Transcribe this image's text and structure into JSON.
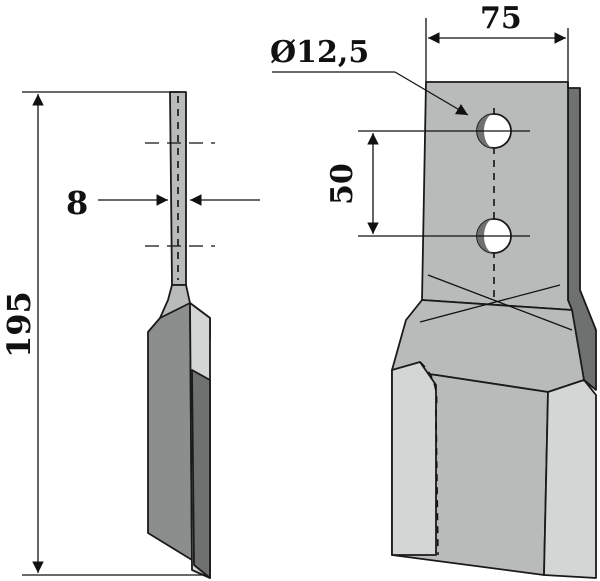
{
  "colors": {
    "blade_light": "#d4d6d6",
    "blade_mid": "#b9bbbb",
    "blade_dark": "#8c8e8e",
    "blade_darkest": "#6f7171",
    "ink": "#111111",
    "background": "#ffffff"
  },
  "dimensions": {
    "width": "75",
    "hole_diameter": "Ø12,5",
    "hole_spacing": "50",
    "thickness": "8",
    "length": "195"
  }
}
